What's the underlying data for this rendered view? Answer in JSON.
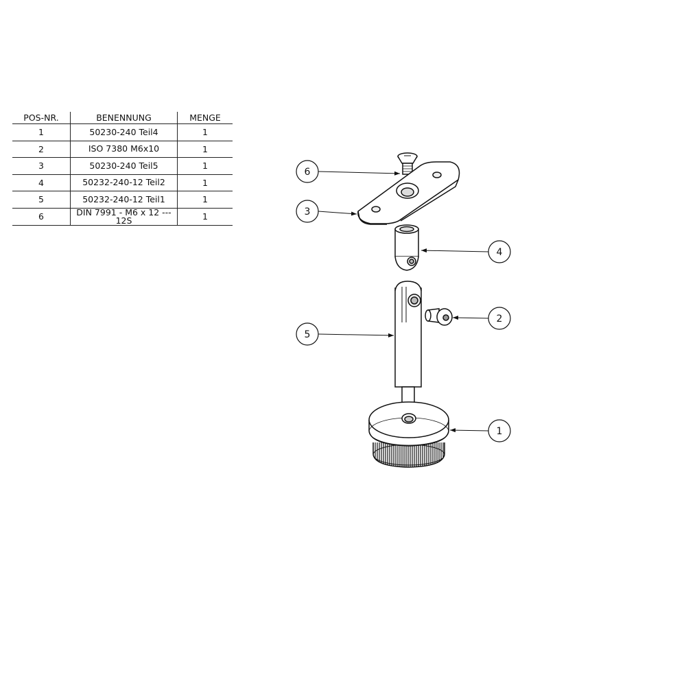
{
  "bom": {
    "headers": {
      "pos": "POS-NR.",
      "name": "BENENNUNG",
      "qty": "MENGE"
    },
    "rows": [
      {
        "pos": "1",
        "name": "50230-240 Teil4",
        "qty": "1"
      },
      {
        "pos": "2",
        "name": "ISO 7380 M6x10",
        "qty": "1"
      },
      {
        "pos": "3",
        "name": "50230-240 Teil5",
        "qty": "1"
      },
      {
        "pos": "4",
        "name": "50232-240-12 Teil2",
        "qty": "1"
      },
      {
        "pos": "5",
        "name": "50232-240-12 Teil1",
        "qty": "1"
      },
      {
        "pos": "6",
        "name": "DIN 7991 - M6 x 12 --- 12S",
        "qty": "1"
      }
    ]
  },
  "balloons": {
    "b1": "1",
    "b2": "2",
    "b3": "3",
    "b4": "4",
    "b5": "5",
    "b6": "6"
  }
}
